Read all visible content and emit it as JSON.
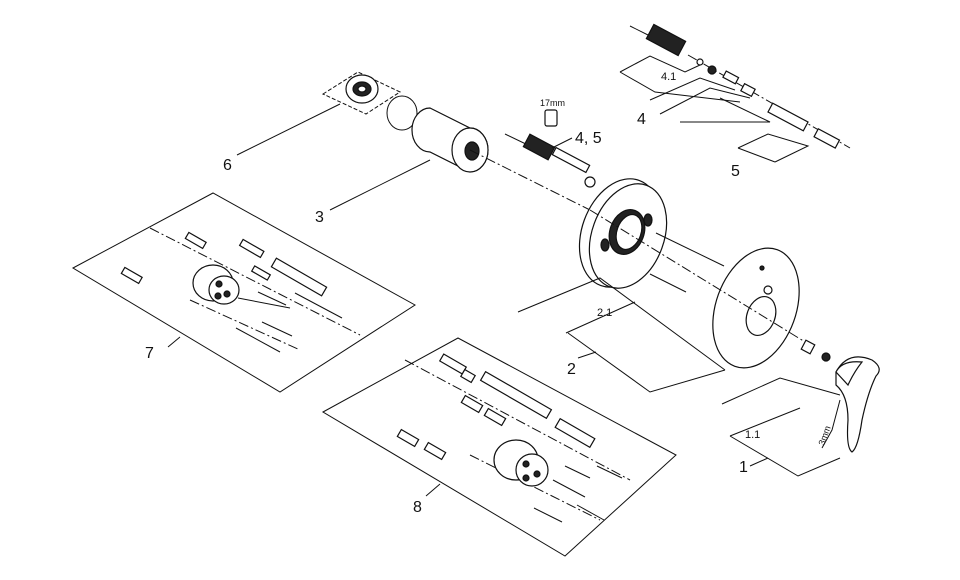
{
  "callouts": {
    "c1": "1",
    "c1_1": "1.1",
    "c2": "2",
    "c2_1": "2.1",
    "c3": "3",
    "c4": "4",
    "c4_1": "4.1",
    "c45": "4, 5",
    "c5": "5",
    "c6": "6",
    "c7": "7",
    "c8": "8"
  },
  "dimensions": {
    "wrench": "17mm",
    "hex_key": "3mm"
  }
}
